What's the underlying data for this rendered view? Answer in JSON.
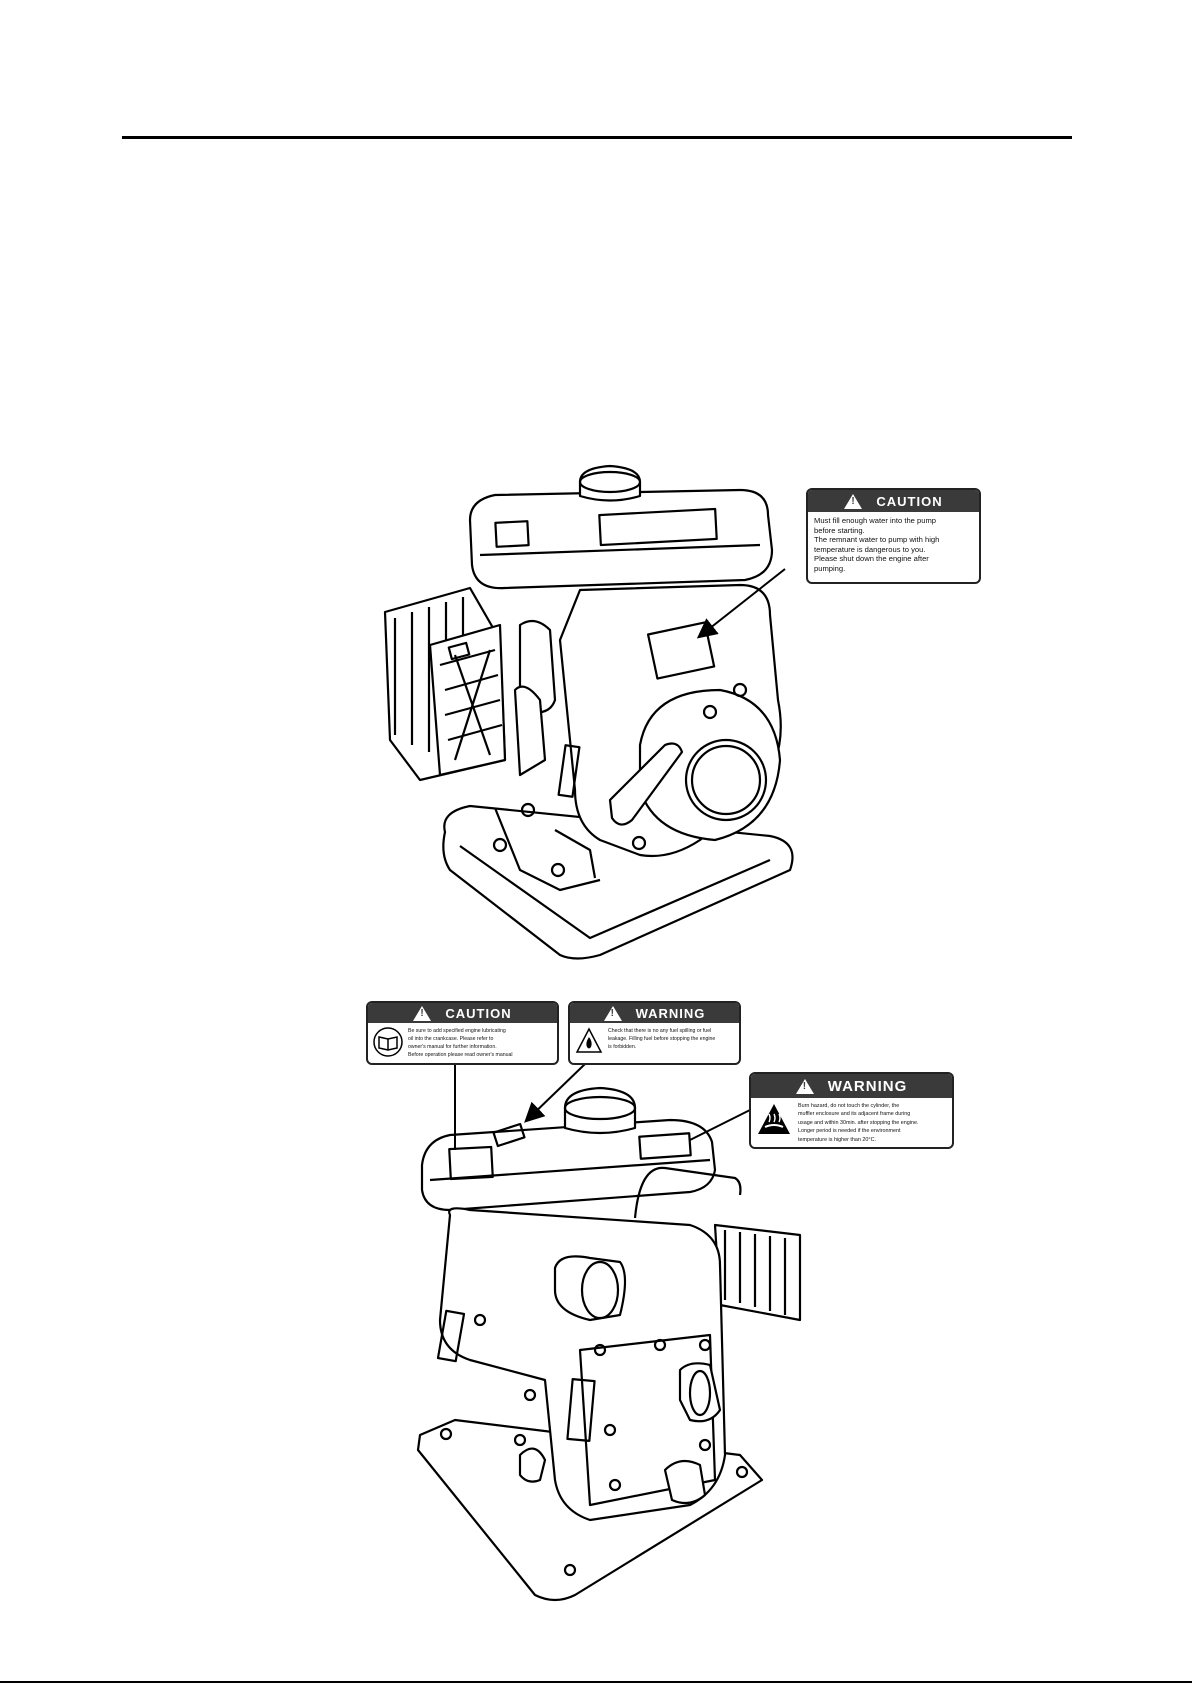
{
  "labels": {
    "pump_caution": {
      "heading": "CAUTION",
      "text": "Must fill enough water into the pump\nbefore starting.\nThe remnant water to pump with high\ntemperature is dangerous to you.\nPlease shut down the engine after\npumping."
    },
    "oil_caution": {
      "heading": "CAUTION",
      "text": "Be sure to add specified engine lubricating\noil into the crankcase. Please refer to\nowner's manual for further information.\nBefore operation please read owner's manual",
      "icon": "manual-book-icon"
    },
    "fuel_warning": {
      "heading": "WARNING",
      "text": "Check that there is no any fuel spilling or fuel\nleakage. Filling fuel before stopping the engine\nis forbidden.",
      "icon": "fire-hazard-icon"
    },
    "burn_warning": {
      "heading": "WARNING",
      "text": "Burn hazard, do not touch the cylinder, the\nmuffler enclosure and its adjacent frame during\nusage and within 30min. after stopping the engine.\nLonger period is needed if the environment\ntemperature is higher than 20°C.",
      "icon": "hot-surface-icon"
    }
  }
}
